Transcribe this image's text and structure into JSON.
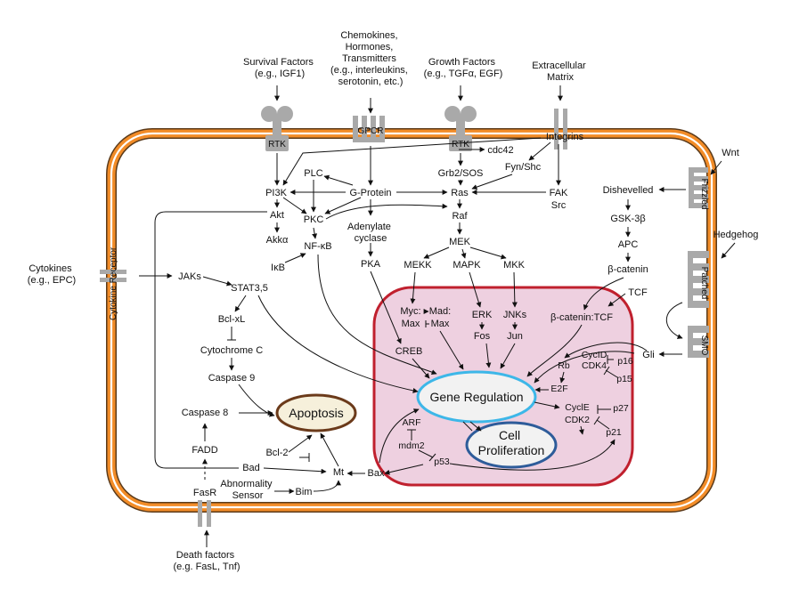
{
  "labels": {
    "survival": [
      "Survival Factors",
      "(e.g., IGF1)"
    ],
    "chemokines": [
      "Chemokines,",
      "Hormones,",
      "Transmitters",
      "(e.g., interleukins,",
      "serotonin, etc.)"
    ],
    "growth": [
      "Growth Factors",
      "(e.g., TGFα, EGF)"
    ],
    "ecm": [
      "Extracellular",
      "Matrix"
    ],
    "wnt": "Wnt",
    "hedgehog": "Hedgehog",
    "cytokines": [
      "Cytokines",
      "(e.g., EPC)"
    ],
    "death": [
      "Death factors",
      "(e.g. FasL, Tnf)"
    ],
    "abnormality": [
      "Abnormality",
      "Sensor"
    ]
  },
  "receptors": {
    "rtk1": "RTK",
    "gpcr": "GPCR",
    "rtk2": "RTK",
    "cytokine_receptor": "Cytokine Receptor",
    "frizzled": "Frizzled",
    "patched": "Patched",
    "smo": "SMO",
    "fasr": "FasR"
  },
  "nodes": {
    "integrins": "Integrins",
    "cdc42": "cdc42",
    "fyn_shc": "Fyn/Shc",
    "grb2_sos": "Grb2/SOS",
    "plc": "PLC",
    "pi3k": "PI3K",
    "g_protein": "G-Protein",
    "ras": "Ras",
    "fak": "FAK",
    "src": "Src",
    "akt": "Akt",
    "pkc": "PKC",
    "adenylate_cyclase": [
      "Adenylate",
      "cyclase"
    ],
    "raf": "Raf",
    "akka": "Akkα",
    "nfkb": "NF-κB",
    "ikb": "IκB",
    "pka": "PKA",
    "mek": "MEK",
    "mekk": "MEKK",
    "mapk": "MAPK",
    "mkk": "MKK",
    "jaks": "JAKs",
    "stat": "STAT3,5",
    "bcl_xl": "Bcl-xL",
    "cytochrome_c": "Cytochrome C",
    "caspase9": "Caspase 9",
    "caspase8": "Caspase 8",
    "fadd": "FADD",
    "bcl2": "Bcl-2",
    "bad": "Bad",
    "mt": "Mt",
    "bim": "Bim",
    "bax": "Bax",
    "disheveled": "Dishevelled",
    "gsk3b": "GSK-3β",
    "apc": "APC",
    "b_catenin": "β-catenin",
    "tcf": "TCF",
    "gli": "Gli"
  },
  "nucleus": {
    "myc_max": "Myc:",
    "max1": "Max",
    "mad_max": "Mad:",
    "max2": "Max",
    "erk": "ERK",
    "fos": "Fos",
    "jnks": "JNKs",
    "jun": "Jun",
    "b_catenin_tcf": "β-catenin:TCF",
    "creb": "CREB",
    "cycd": "CycID",
    "rb": "Rb",
    "cdk4": "CDK4",
    "p16": "p16",
    "p15": "p15",
    "e2f": "E2F",
    "arf": "ARF",
    "mdm2": "mdm2",
    "p53": "p53",
    "cyce": "CyclE",
    "cdk2": "CDK2",
    "p27": "p27",
    "p21": "p21"
  },
  "outcomes": {
    "gene_regulation": "Gene Regulation",
    "apoptosis": "Apoptosis",
    "cell_proliferation": [
      "Cell",
      "Proliferation"
    ]
  },
  "colors": {
    "membrane": "#F28C28",
    "membrane_edge": "#5a3a1a",
    "nucleus_fill": "#EED0E0",
    "nucleus_edge": "#C0202E",
    "receptor": "#A9A9A9",
    "gene_reg_fill": "#F2F2F2",
    "gene_reg_edge": "#3DB7E8",
    "apoptosis_fill": "#F6F0DB",
    "apoptosis_edge": "#6B3A1A",
    "prolif_fill": "#F2F2F2",
    "prolif_edge": "#2E5C9A"
  }
}
